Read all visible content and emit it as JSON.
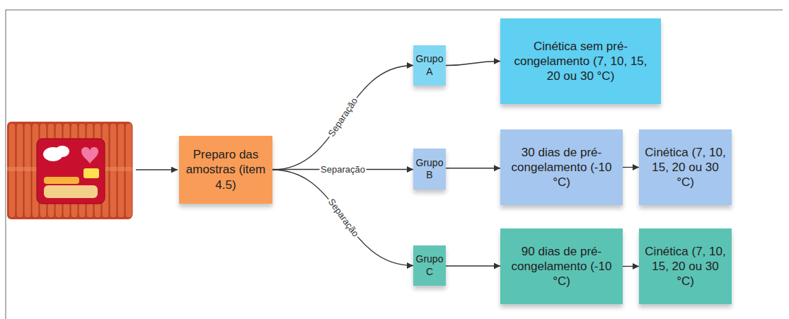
{
  "diagram": {
    "nodes": [
      {
        "text": [
          "Preparo das amostras (item 4.5)"
        ]
      },
      {
        "text": [
          "Grupo A"
        ]
      },
      {
        "text": [
          "Cinética sem pré-congelamento (7, 10, 15, 20 ou 30 °C)"
        ]
      },
      {
        "text": [
          "Grupo B"
        ]
      },
      {
        "text": [
          "30 dias de pré-congelamento (-10 °C)"
        ]
      },
      {
        "text": [
          "Cinética (7, 10, 15, 20 ou 30 °C)"
        ]
      },
      {
        "text": [
          "Grupo C"
        ]
      },
      {
        "text": [
          "90 dias de pré-congelamento (-10 °C)"
        ]
      },
      {
        "text": [
          "Cinética (7, 10, 15, 20 ou 30 °C)"
        ]
      }
    ],
    "edges": [
      {
        "from": 0,
        "to": 1,
        "label": "Separação",
        "arrow": "to"
      },
      {
        "from": 0,
        "to": 3,
        "label": "Separação",
        "arrow": "to"
      },
      {
        "from": 0,
        "to": 6,
        "label": "Separação",
        "arrow": "to"
      },
      {
        "from": 1,
        "to": 2,
        "arrow": "to"
      },
      {
        "from": 3,
        "to": 4,
        "arrow": "to"
      },
      {
        "from": 4,
        "to": 5,
        "arrow": "to"
      },
      {
        "from": 6,
        "to": 7,
        "arrow": "to"
      },
      {
        "from": 7,
        "to": 8,
        "arrow": "to"
      }
    ]
  }
}
